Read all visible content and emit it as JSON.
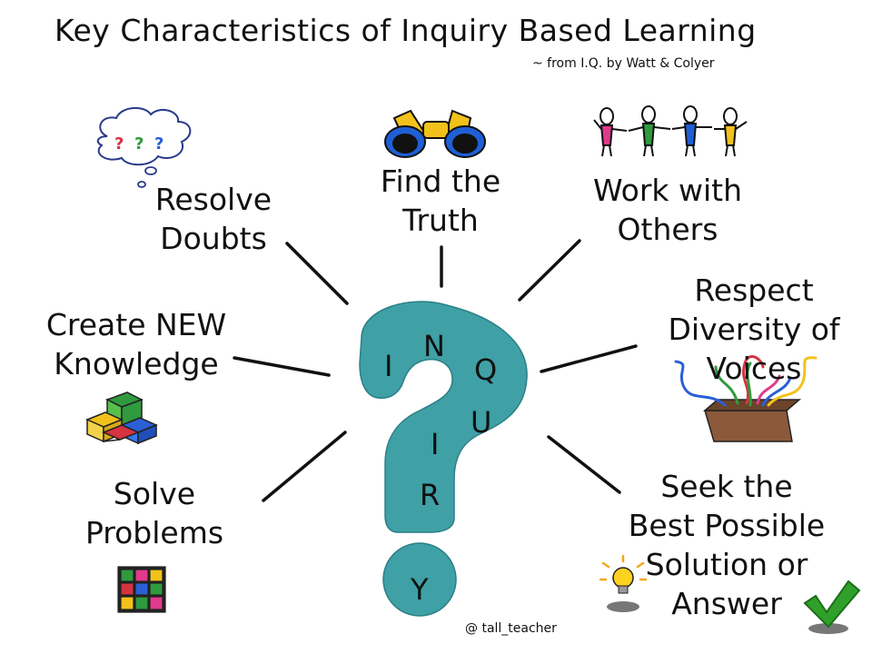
{
  "title": "Key Characteristics of Inquiry Based Learning",
  "subtitle": "~ from I.Q. by Watt & Colyer",
  "labels": {
    "resolve_doubts": [
      "Resolve",
      "Doubts"
    ],
    "find_truth": [
      "Find the",
      "Truth"
    ],
    "work_with_others": [
      "Work with",
      "Others"
    ],
    "create_knowledge": [
      "Create NEW",
      "Knowledge"
    ],
    "respect_diversity": [
      "Respect",
      "Diversity of",
      "Voices"
    ],
    "solve_problems": [
      "Solve",
      "Problems"
    ],
    "seek_solution": [
      "Seek the",
      "Best Possible",
      "Solution or",
      "Answer"
    ]
  },
  "question_letters": [
    "I",
    "N",
    "Q",
    "U",
    "I",
    "R",
    "Y"
  ],
  "thought_bubble_marks": [
    "?",
    "?",
    "?"
  ],
  "credit": "@ tall_teacher",
  "colors": {
    "question_mark": "#3fa0a6",
    "binocular_yellow": "#f2c21b",
    "binocular_blue": "#1f5fd6",
    "check_green": "#2fa12a",
    "bulb_yellow": "#ffd21f"
  }
}
